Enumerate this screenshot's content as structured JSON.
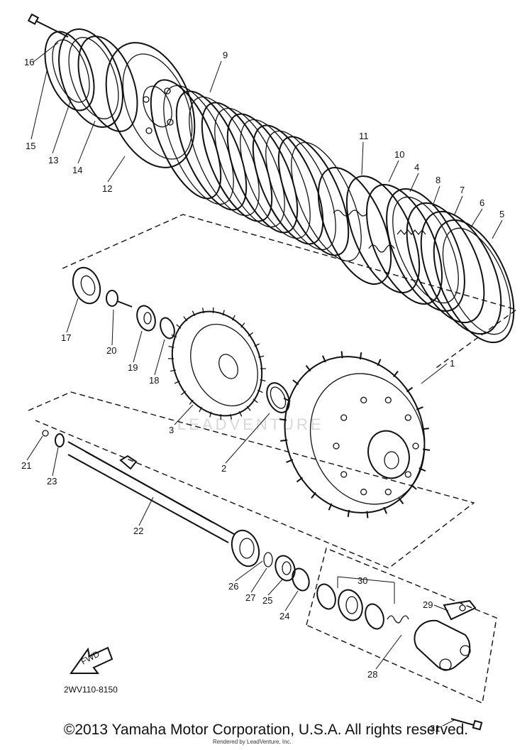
{
  "diagram": {
    "part_code": "2WV110-8150",
    "callouts": [
      "1",
      "2",
      "3",
      "4",
      "5",
      "6",
      "7",
      "8",
      "9",
      "10",
      "11",
      "12",
      "13",
      "14",
      "15",
      "16",
      "17",
      "18",
      "19",
      "20",
      "21",
      "22",
      "23",
      "24",
      "25",
      "26",
      "27",
      "28",
      "29",
      "30",
      "31"
    ],
    "fwd_label": "FWD"
  },
  "footer": {
    "copyright": "©2013 Yamaha Motor Corporation, U.S.A. All rights reserved.",
    "rendered_by": "Rendered by LeadVenture, Inc."
  },
  "watermark": "LEADVENTURE"
}
